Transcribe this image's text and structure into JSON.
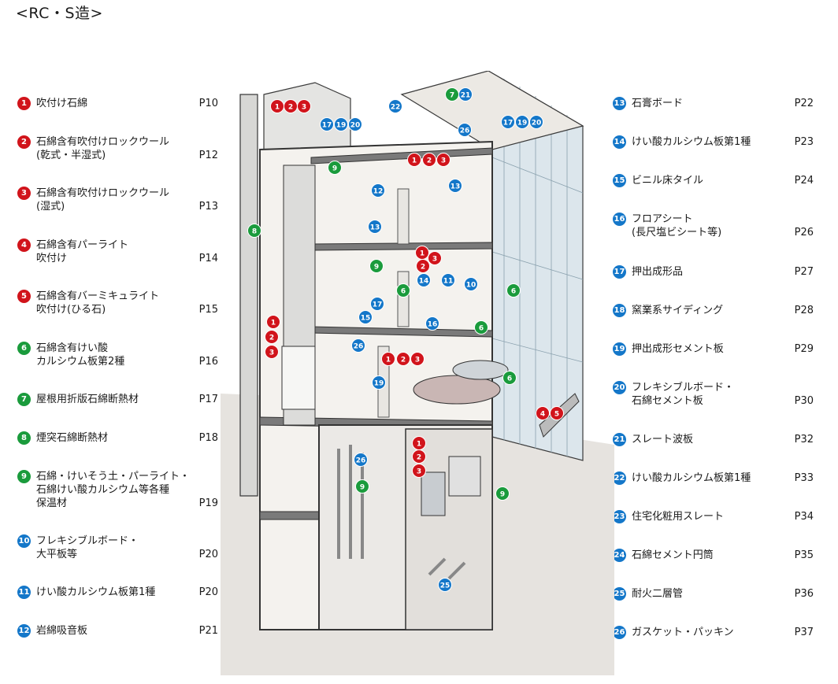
{
  "title": "<RC・S造>",
  "colors": {
    "red": "#d1141b",
    "green": "#1a9b3c",
    "blue": "#1477c9"
  },
  "dots": "··························",
  "left_items": [
    {
      "num": "1",
      "color": "red",
      "lines": [
        "吹付け石綿"
      ],
      "page": "P10"
    },
    {
      "num": "2",
      "color": "red",
      "lines": [
        "石綿含有吹付けロックウール",
        "(乾式・半湿式)"
      ],
      "page": "P12"
    },
    {
      "num": "3",
      "color": "red",
      "lines": [
        "石綿含有吹付けロックウール",
        "(湿式)"
      ],
      "page": "P13"
    },
    {
      "num": "4",
      "color": "red",
      "lines": [
        "石綿含有パーライト",
        "吹付け"
      ],
      "page": "P14"
    },
    {
      "num": "5",
      "color": "red",
      "lines": [
        "石綿含有バーミキュライト",
        "吹付け(ひる石)"
      ],
      "page": "P15"
    },
    {
      "num": "6",
      "color": "green",
      "lines": [
        "石綿含有けい酸",
        "カルシウム板第2種"
      ],
      "page": "P16"
    },
    {
      "num": "7",
      "color": "green",
      "lines": [
        "屋根用折版石綿断熱材"
      ],
      "page": "P17"
    },
    {
      "num": "8",
      "color": "green",
      "lines": [
        "煙突石綿断熱材"
      ],
      "page": "P18"
    },
    {
      "num": "9",
      "color": "green",
      "lines": [
        "石綿・けいそう土・パーライト・",
        "石綿けい酸カルシウム等各種",
        "保温材"
      ],
      "page": "P19"
    },
    {
      "num": "10",
      "color": "blue",
      "lines": [
        "フレキシブルボード・",
        "大平板等"
      ],
      "page": "P20"
    },
    {
      "num": "11",
      "color": "blue",
      "lines": [
        "けい酸カルシウム板第1種"
      ],
      "page": "P20"
    },
    {
      "num": "12",
      "color": "blue",
      "lines": [
        "岩綿吸音板"
      ],
      "page": "P21"
    }
  ],
  "right_items": [
    {
      "num": "13",
      "color": "blue",
      "lines": [
        "石膏ボード"
      ],
      "page": "P22"
    },
    {
      "num": "14",
      "color": "blue",
      "lines": [
        "けい酸カルシウム板第1種"
      ],
      "page": "P23"
    },
    {
      "num": "15",
      "color": "blue",
      "lines": [
        "ビニル床タイル"
      ],
      "page": "P24"
    },
    {
      "num": "16",
      "color": "blue",
      "lines": [
        "フロアシート",
        "(長尺塩ビシート等)"
      ],
      "page": "P26"
    },
    {
      "num": "17",
      "color": "blue",
      "lines": [
        "押出成形品"
      ],
      "page": "P27"
    },
    {
      "num": "18",
      "color": "blue",
      "lines": [
        "窯業系サイディング"
      ],
      "page": "P28"
    },
    {
      "num": "19",
      "color": "blue",
      "lines": [
        "押出成形セメント板"
      ],
      "page": "P29"
    },
    {
      "num": "20",
      "color": "blue",
      "lines": [
        "フレキシブルボード・",
        "石綿セメント板"
      ],
      "page": "P30"
    },
    {
      "num": "21",
      "color": "blue",
      "lines": [
        "スレート波板"
      ],
      "page": "P32"
    },
    {
      "num": "22",
      "color": "blue",
      "lines": [
        "けい酸カルシウム板第1種"
      ],
      "page": "P33"
    },
    {
      "num": "23",
      "color": "blue",
      "lines": [
        "住宅化粧用スレート"
      ],
      "page": "P34"
    },
    {
      "num": "24",
      "color": "blue",
      "lines": [
        "石綿セメント円筒"
      ],
      "page": "P35"
    },
    {
      "num": "25",
      "color": "blue",
      "lines": [
        "耐火二層管"
      ],
      "page": "P36"
    },
    {
      "num": "26",
      "color": "blue",
      "lines": [
        "ガスケット・パッキン"
      ],
      "page": "P37"
    }
  ],
  "markers": [
    {
      "n": "1",
      "c": "red"
    },
    {
      "n": "2",
      "c": "red"
    },
    {
      "n": "3",
      "c": "red"
    },
    {
      "n": "7",
      "c": "green"
    },
    {
      "n": "21",
      "c": "blue"
    },
    {
      "n": "22",
      "c": "blue"
    },
    {
      "n": "17",
      "c": "blue"
    },
    {
      "n": "19",
      "c": "blue"
    },
    {
      "n": "20",
      "c": "blue"
    },
    {
      "n": "26",
      "c": "blue"
    },
    {
      "n": "17",
      "c": "blue"
    },
    {
      "n": "19",
      "c": "blue"
    },
    {
      "n": "20",
      "c": "blue"
    },
    {
      "n": "1",
      "c": "red"
    },
    {
      "n": "2",
      "c": "red"
    },
    {
      "n": "3",
      "c": "red"
    },
    {
      "n": "9",
      "c": "green"
    },
    {
      "n": "12",
      "c": "blue"
    },
    {
      "n": "13",
      "c": "blue"
    },
    {
      "n": "8",
      "c": "green"
    },
    {
      "n": "13",
      "c": "blue"
    },
    {
      "n": "1",
      "c": "red"
    },
    {
      "n": "3",
      "c": "red"
    },
    {
      "n": "2",
      "c": "red"
    },
    {
      "n": "9",
      "c": "green"
    },
    {
      "n": "6",
      "c": "green"
    },
    {
      "n": "14",
      "c": "blue"
    },
    {
      "n": "11",
      "c": "blue"
    },
    {
      "n": "10",
      "c": "blue"
    },
    {
      "n": "6",
      "c": "green"
    },
    {
      "n": "17",
      "c": "blue"
    },
    {
      "n": "15",
      "c": "blue"
    },
    {
      "n": "16",
      "c": "blue"
    },
    {
      "n": "6",
      "c": "green"
    },
    {
      "n": "1",
      "c": "red"
    },
    {
      "n": "2",
      "c": "red"
    },
    {
      "n": "3",
      "c": "red"
    },
    {
      "n": "26",
      "c": "blue"
    },
    {
      "n": "1",
      "c": "red"
    },
    {
      "n": "2",
      "c": "red"
    },
    {
      "n": "3",
      "c": "red"
    },
    {
      "n": "19",
      "c": "blue"
    },
    {
      "n": "6",
      "c": "green"
    },
    {
      "n": "4",
      "c": "red"
    },
    {
      "n": "5",
      "c": "red"
    },
    {
      "n": "1",
      "c": "red"
    },
    {
      "n": "2",
      "c": "red"
    },
    {
      "n": "3",
      "c": "red"
    },
    {
      "n": "26",
      "c": "blue"
    },
    {
      "n": "9",
      "c": "green"
    },
    {
      "n": "9",
      "c": "green"
    },
    {
      "n": "25",
      "c": "blue"
    }
  ]
}
